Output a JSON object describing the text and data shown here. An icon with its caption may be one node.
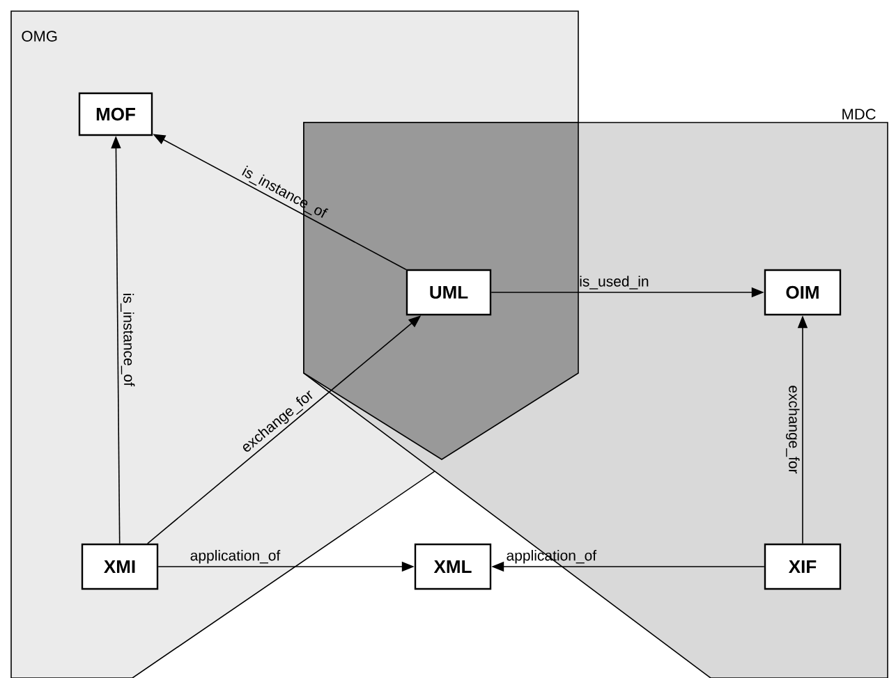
{
  "diagram": {
    "nodes": [
      {
        "text": [
          "OMG"
        ]
      },
      {
        "text": [
          "MDC"
        ]
      },
      {
        "text": [
          "MOF"
        ],
        "in": 0
      },
      {
        "text": [
          "UML"
        ]
      },
      {
        "text": [
          "OIM"
        ],
        "in": 1
      },
      {
        "text": [
          "XMI"
        ],
        "in": 0
      },
      {
        "text": [
          "XML"
        ]
      },
      {
        "text": [
          "XIF"
        ],
        "in": 1
      }
    ],
    "edges": [
      {
        "from": 3,
        "to": 2,
        "arrow": "to",
        "label": "is_instance_of"
      },
      {
        "from": 5,
        "to": 2,
        "arrow": "to",
        "label": "is_instance_of"
      },
      {
        "from": 3,
        "to": 4,
        "arrow": "to",
        "label": "is_used_in"
      },
      {
        "from": 5,
        "to": 3,
        "arrow": "to",
        "label": "exchange_for"
      },
      {
        "from": 5,
        "to": 6,
        "arrow": "to",
        "label": "application_of"
      },
      {
        "from": 7,
        "to": 6,
        "arrow": "to",
        "label": "application_of"
      },
      {
        "from": 7,
        "to": 4,
        "arrow": "to",
        "label": "exchange_for"
      }
    ]
  }
}
